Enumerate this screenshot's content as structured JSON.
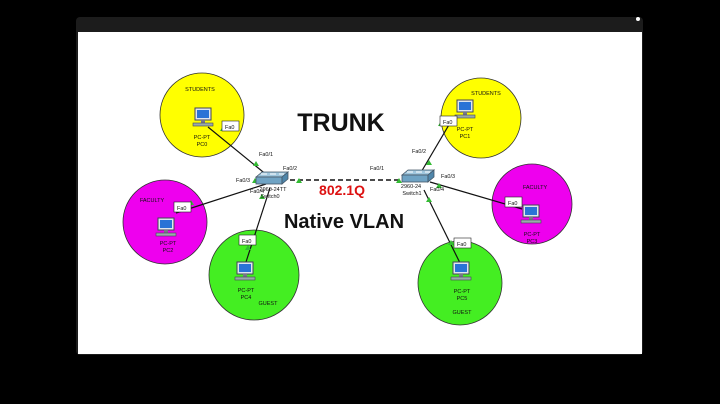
{
  "diagram": {
    "title": "TRUNK",
    "protocol": "802.1Q",
    "native_vlan": "Native VLAN",
    "colors": {
      "students": "#ffff00",
      "faculty": "#ee00ee",
      "guest": "#44ee22",
      "trunk_label": "#dd1111",
      "link_endpoint": "#33bb33"
    },
    "switches": [
      {
        "model": "2960-24TT",
        "name": "Switch0"
      },
      {
        "model": "2960-24",
        "name": "Switch1"
      }
    ],
    "switch_labels": {
      "sw0_model": "2960-24TT",
      "sw0_name": "Switch0",
      "sw1_model": "2960-24",
      "sw1_name": "Switch1"
    },
    "groups": {
      "students_left": "STUDENTS",
      "students_right": "STUDENTS",
      "faculty_left": "FACULTY",
      "faculty_right": "FACULTY",
      "guest_left": "GUEST",
      "guest_right": "GUEST"
    },
    "pcs": {
      "pc0_type": "PC-PT",
      "pc0_name": "PC0",
      "pc1_type": "PC-PT",
      "pc1_name": "PC1",
      "pc2_type": "PC-PT",
      "pc2_name": "PC2",
      "pc3_type": "PC-PT",
      "pc3_name": "PC3",
      "pc4_type": "PC-PT",
      "pc4_name": "PC4",
      "pc5_type": "PC-PT",
      "pc5_name": "PC5"
    },
    "ports": {
      "pc_port": "Fa0",
      "sw0_fa01": "Fa0/1",
      "sw0_fa02": "Fa0/2",
      "sw0_fa03": "Fa0/3",
      "sw0_fa04": "Fa0/4",
      "sw1_fa01": "Fa0/1",
      "sw1_fa02": "Fa0/2",
      "sw1_fa03": "Fa0/3",
      "sw1_fa04": "Fa0/4"
    }
  }
}
